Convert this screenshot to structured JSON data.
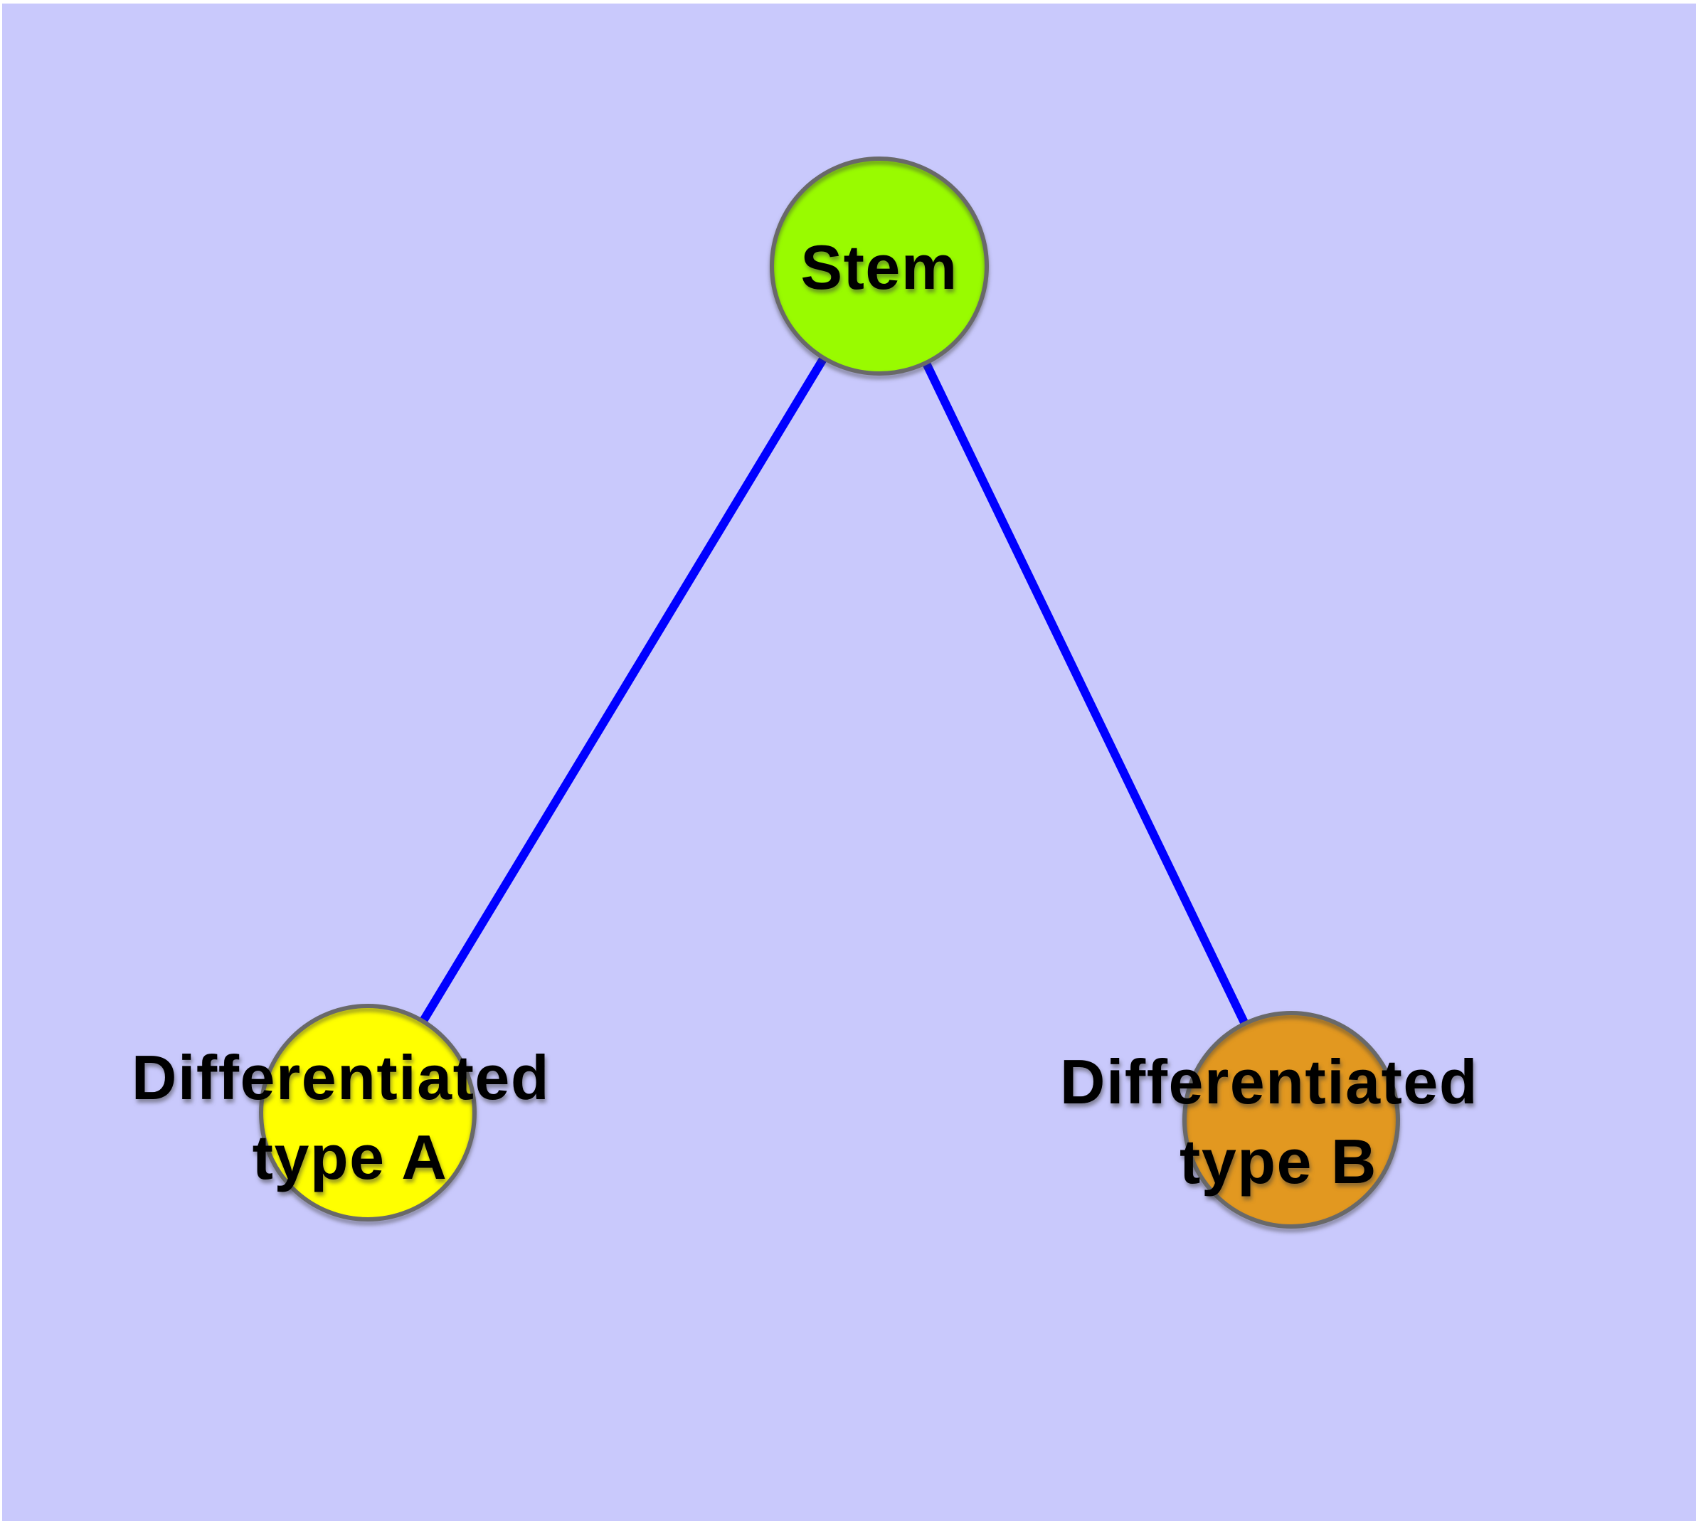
{
  "diagram": {
    "description": "Stem cell differentiation tree diagram",
    "background_color": "#C9C9FC",
    "edge_color": "#0000FF",
    "node_border_color": "#696969",
    "label_color": "#000000",
    "nodes": [
      {
        "id": "stem",
        "label": "Stem",
        "fill": "#99FB00"
      },
      {
        "id": "differentiated-type-a",
        "label": "Differentiated type A",
        "line1": "Differentiated",
        "line2": "type A",
        "fill": "#FFFF00"
      },
      {
        "id": "differentiated-type-b",
        "label": "Differentiated type B",
        "line1": "Differentiated",
        "line2": "type B",
        "fill": "#E29820"
      }
    ],
    "edges": [
      {
        "from": "Stem",
        "to": "Differentiated type A"
      },
      {
        "from": "Stem",
        "to": "Differentiated type B"
      }
    ]
  }
}
